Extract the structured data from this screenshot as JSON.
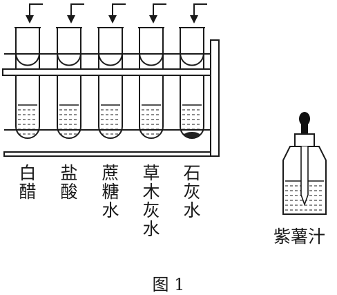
{
  "caption": "图 1",
  "tubes": [
    {
      "label": "白醋",
      "chars": [
        "白",
        "醋"
      ],
      "has_sediment": false
    },
    {
      "label": "盐酸",
      "chars": [
        "盐",
        "酸"
      ],
      "has_sediment": false
    },
    {
      "label": "蔗糖水",
      "chars": [
        "蔗",
        "糖",
        "水"
      ],
      "has_sediment": false
    },
    {
      "label": "草木灰水",
      "chars": [
        "草",
        "木",
        "灰",
        "水"
      ],
      "has_sediment": false
    },
    {
      "label": "石灰水",
      "chars": [
        "石",
        "灰",
        "水"
      ],
      "has_sediment": true
    }
  ],
  "dropper_bottle": {
    "label": "紫薯汁"
  },
  "icons": {
    "arrow": "down-arrow-icon",
    "rack": "test-tube-rack",
    "tube": "test-tube",
    "bottle": "dropper-bottle-icon"
  },
  "colors": {
    "ink": "#1a1a1a",
    "background": "#ffffff"
  }
}
